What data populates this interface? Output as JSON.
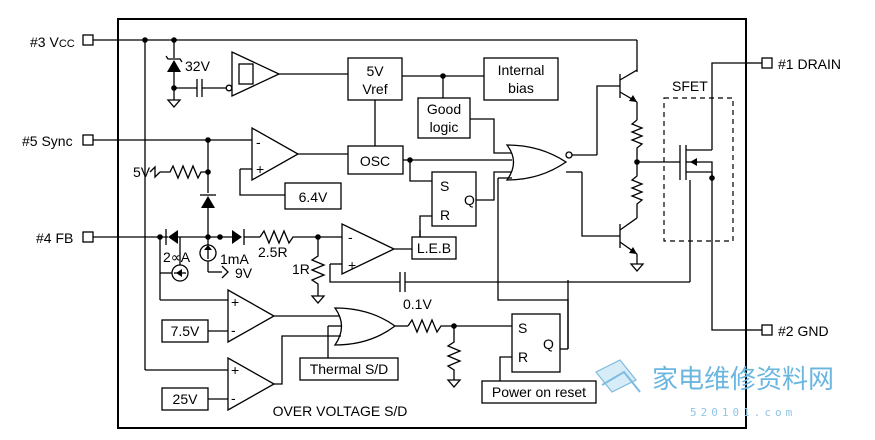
{
  "pins": {
    "vcc": "#3 V",
    "vcc_sub": "CC",
    "sync": "#5 Sync",
    "fb": "#4 FB",
    "drain": "#1 DRAIN",
    "gnd": "#2 GND"
  },
  "blocks": {
    "vref": [
      "5V",
      "Vref"
    ],
    "internal_bias": [
      "Internal",
      "bias"
    ],
    "good_logic": [
      "Good",
      "logic"
    ],
    "osc": "OSC",
    "sfet": "SFET",
    "leb": "L.E.B",
    "thermal": "Thermal S/D",
    "por": "Power on reset",
    "ref_64": "6.4V",
    "ref_75": "7.5V",
    "ref_25": "25V",
    "ovp_label": "OVER VOLTAGE S/D"
  },
  "labels": {
    "zener": "32V",
    "sync_5v": "5V",
    "i_source_2a": "2∝A",
    "i_source_1ma": "1mA",
    "res_25r": "2.5R",
    "res_1r": "1R",
    "v9": "9V",
    "v01": "0.1V",
    "S": "S",
    "R": "R",
    "Q": "Q",
    "plus": "+",
    "minus": "-"
  },
  "watermark": {
    "text": "家电维修资料网",
    "sub": "520101.com"
  }
}
